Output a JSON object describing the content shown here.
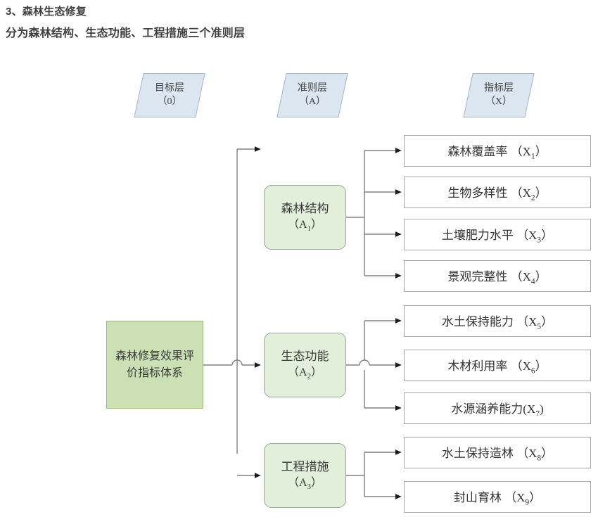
{
  "heading": {
    "line1": "3、森林生态修复",
    "line2": "分为森林结构、生态功能、工程措施三个准则层"
  },
  "layer_headers": [
    {
      "name": "目标层",
      "code": "（0）"
    },
    {
      "name": "准则层",
      "code": "（A）"
    },
    {
      "name": "指标层",
      "code": "（X）"
    }
  ],
  "goal": {
    "label": "森林修复效果评价指标体系"
  },
  "criteria": [
    {
      "name": "森林结构",
      "code": "A",
      "sub": "1"
    },
    {
      "name": "生态功能",
      "code": "A",
      "sub": "2"
    },
    {
      "name": "工程措施",
      "code": "A",
      "sub": "3"
    }
  ],
  "indicators": [
    {
      "name": "森林覆盖率",
      "open": "（X",
      "sub": "1",
      "close": "）",
      "spaced": true
    },
    {
      "name": "生物多样性",
      "open": "（X",
      "sub": "2",
      "close": "）",
      "spaced": true
    },
    {
      "name": "土壤肥力水平",
      "open": "（X",
      "sub": "3",
      "close": "）",
      "spaced": true
    },
    {
      "name": "景观完整性",
      "open": "（X",
      "sub": "4",
      "close": "）",
      "spaced": true
    },
    {
      "name": "水土保持能力",
      "open": "（X",
      "sub": "5",
      "close": "）",
      "spaced": true
    },
    {
      "name": "木材利用率",
      "open": "（X",
      "sub": "6",
      "close": "）",
      "spaced": true
    },
    {
      "name": "水源涵养能力",
      "open": "(X",
      "sub": "7",
      "close": ")",
      "spaced": false
    },
    {
      "name": "水土保持造林",
      "open": "（X",
      "sub": "8",
      "close": "）",
      "spaced": true
    },
    {
      "name": "封山育林",
      "open": "（X",
      "sub": "9",
      "close": "）",
      "spaced": true
    }
  ],
  "colors": {
    "goal_fill": "#cbe0b5",
    "criterion_fill": "#e2efda",
    "header_fill": "#dce6f1",
    "indicator_fill": "#ffffff",
    "connector": "#808080"
  }
}
